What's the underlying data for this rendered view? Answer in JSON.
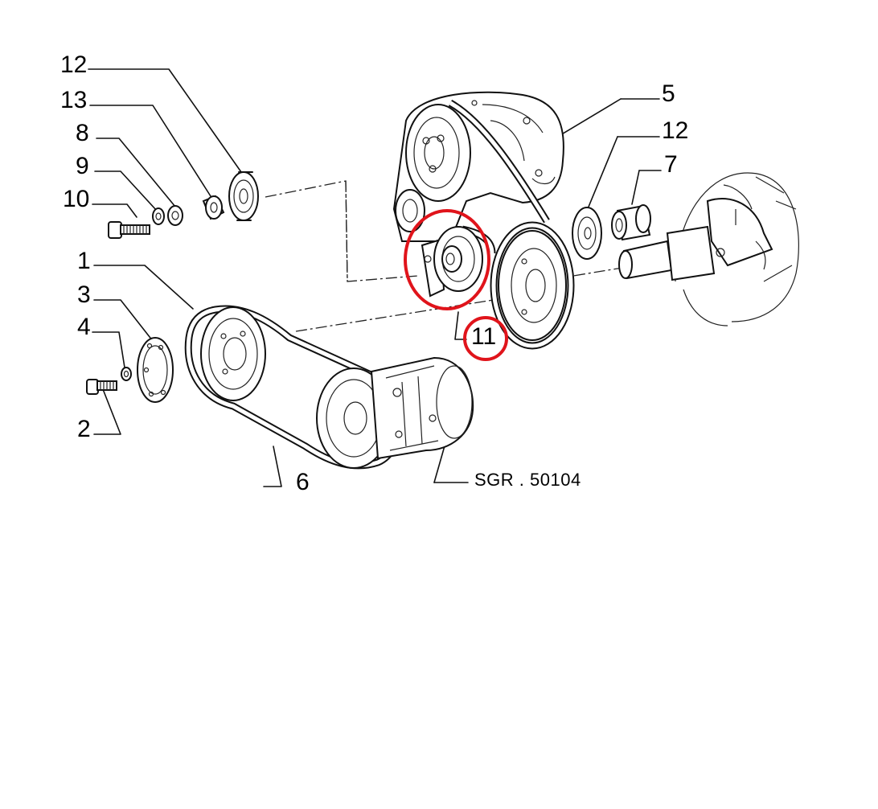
{
  "labels": {
    "l12a": "12",
    "l13": "13",
    "l8": "8",
    "l9": "9",
    "l10": "10",
    "l1": "1",
    "l3": "3",
    "l4": "4",
    "l2": "2",
    "l6": "6",
    "l5": "5",
    "l12b": "12",
    "l7": "7",
    "l11": "11"
  },
  "drawing_code": "SGR . 50104",
  "highlight_color": "#e0141b"
}
